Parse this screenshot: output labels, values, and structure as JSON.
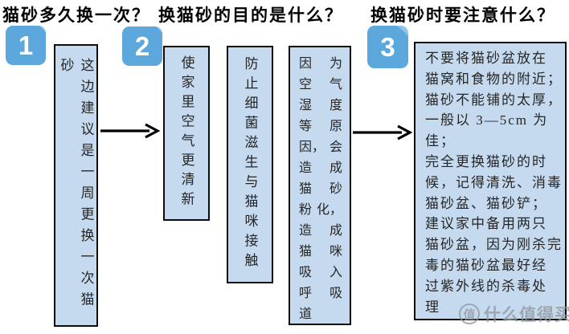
{
  "colors": {
    "box_fill": "#c6daef",
    "box_border": "#0d0d0d",
    "badge_blue": "#5ca7dc",
    "badge_highlight": "#8fc5ec",
    "title_color": "#000000",
    "body_text_color": "#262626",
    "arrow_color": "#000000",
    "watermark_color": "#8f959b"
  },
  "titles": [
    {
      "text": "猫砂多久换一次？"
    },
    {
      "text": "换猫砂的目的是什么？"
    },
    {
      "text": "换猫砂时要注意什么？"
    }
  ],
  "badges": [
    {
      "number": "1"
    },
    {
      "number": "2"
    },
    {
      "number": "3"
    }
  ],
  "flow": {
    "step1_box": {
      "text": "这边建议是一周更换一次猫砂"
    },
    "step2_boxes": [
      {
        "text": "使家里空气更清新"
      },
      {
        "text": "防止细菌滋生与猫咪接触"
      },
      {
        "full_text": "因为空气湿度等原因，会造成猫砂粉化，造成猫咪吸入呼吸道",
        "lines": [
          "因为",
          "空气",
          "湿度",
          "等原",
          "因，会",
          "造成",
          "猫砂",
          "粉化，",
          "造成",
          "猫咪",
          "吸入",
          "呼吸",
          "道"
        ]
      }
    ],
    "step3_box": {
      "full_text": "不要将猫砂盆放在猫窝和食物的附近；猫砂不能铺的太厚，一般以3—5cm为佳；完全更换猫砂的时候，记得清洗、消毒猫砂盆、猫砂铲；建议家中备用两只猫砂盆，因为刚杀完毒的猫砂盆最好经过紫外线的杀毒处理",
      "lines": [
        "不要将猫砂盆放在",
        "猫窝和食物的附近；",
        "猫砂不能铺的太厚，",
        "一般以 3—5cm 为",
        "佳；",
        "完全更换猫砂的时",
        "候，记得清洗、消毒",
        "猫砂盆、猫砂铲；",
        "建议家中备用两只",
        "猫砂盆，因为刚杀完",
        "毒的猫砂盆最好经",
        "过紫外线的杀毒处",
        "理"
      ]
    }
  },
  "icons": {
    "flow_arrow": "right-arrow",
    "watermark_logo": "zhi-circle"
  },
  "watermark": {
    "logo_char": "值",
    "text": "什么值得买"
  }
}
